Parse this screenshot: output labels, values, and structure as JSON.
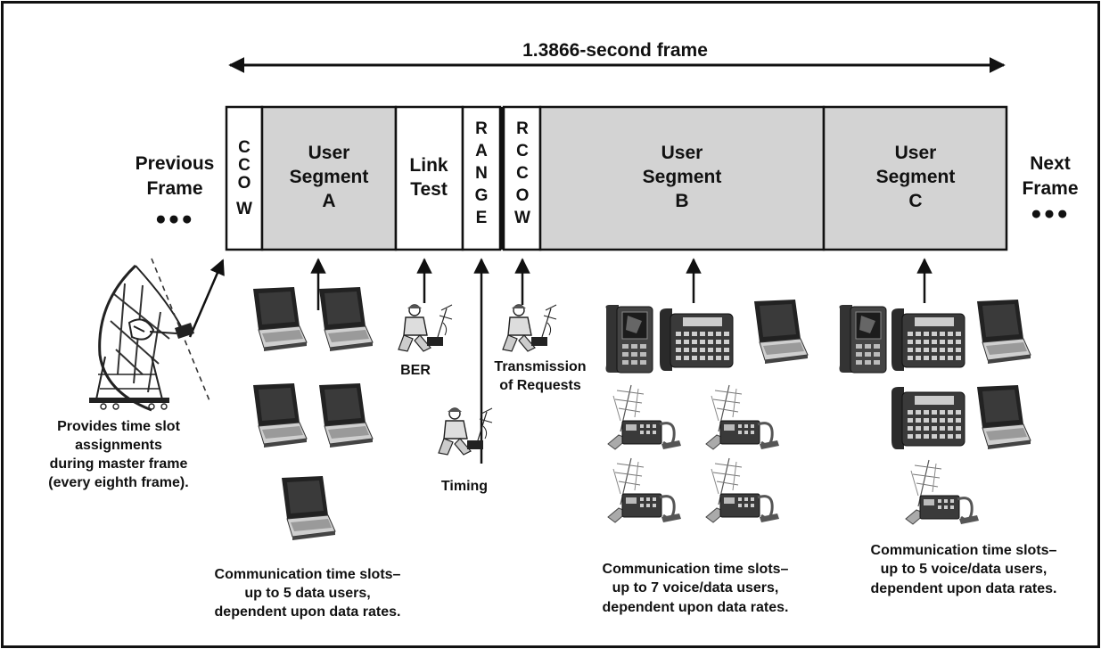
{
  "frame_label": "1.3866-second frame",
  "previous_frame": {
    "lines": [
      "Previous",
      "Frame"
    ],
    "dots": "●●●"
  },
  "next_frame": {
    "lines": [
      "Next",
      "Frame"
    ],
    "dots": "●●●"
  },
  "slots": [
    {
      "id": "ccow",
      "lines": [
        "C",
        "C",
        "O",
        "W"
      ],
      "shade": "white"
    },
    {
      "id": "user-segment-a",
      "lines": [
        "User",
        "Segment",
        "A"
      ],
      "shade": "grey"
    },
    {
      "id": "link-test",
      "lines": [
        "Link",
        "Test"
      ],
      "shade": "white"
    },
    {
      "id": "range",
      "lines": [
        "R",
        "A",
        "N",
        "G",
        "E"
      ],
      "shade": "white"
    },
    {
      "id": "rccow",
      "lines": [
        "R",
        "C",
        "C",
        "O",
        "W"
      ],
      "shade": "white"
    },
    {
      "id": "user-segment-b",
      "lines": [
        "User",
        "Segment",
        "B"
      ],
      "shade": "grey"
    },
    {
      "id": "user-segment-c",
      "lines": [
        "User",
        "Segment",
        "C"
      ],
      "shade": "grey"
    }
  ],
  "labels": {
    "ber": "BER",
    "timing": "Timing",
    "transmission": [
      "Transmission",
      "of Requests"
    ],
    "satellite_note": [
      "Provides time slot",
      "assignments",
      "during master frame",
      "(every eighth frame)."
    ],
    "segment_a_note": [
      "Communication time slots–",
      "up to 5 data users,",
      "dependent upon data rates."
    ],
    "segment_b_note": [
      "Communication time slots–",
      "up to 7 voice/data users,",
      "dependent upon data rates."
    ],
    "segment_c_note": [
      "Communication time slots–",
      "up to 5 voice/data users,",
      "dependent upon data rates."
    ]
  },
  "icons": {
    "satellite_dish": "satellite-dish-icon",
    "laptop": "laptop-icon",
    "soldier_radio": "soldier-radio-icon",
    "handset": "radio-handset-icon",
    "voice_terminal": "voice-terminal-icon",
    "field_radio": "field-radio-icon"
  }
}
